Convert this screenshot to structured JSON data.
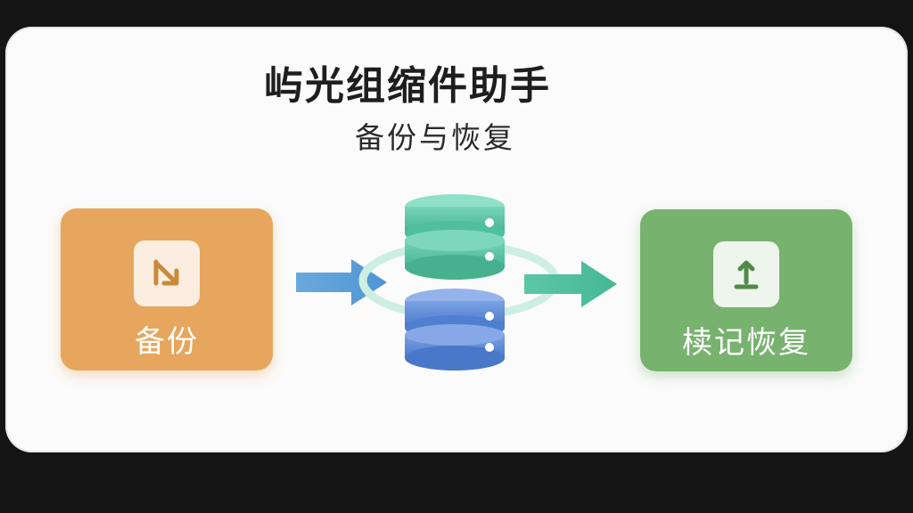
{
  "header": {
    "title": "屿光组缩件助手",
    "subtitle": "备份与恢复"
  },
  "backup_box": {
    "label": "备份",
    "icon": "arrow-down-right-icon",
    "color": "#e7a65d"
  },
  "restore_box": {
    "label": "椟记恢复",
    "icon": "upload-icon",
    "color": "#78b26f"
  },
  "storage": {
    "top_db_icon": "database-icon",
    "bottom_db_icon": "database-icon",
    "top_color": "#5cc6a8",
    "bottom_color": "#5a86d6"
  },
  "arrows": {
    "left_color": "#4f95d3",
    "right_color": "#4fbf9f"
  }
}
